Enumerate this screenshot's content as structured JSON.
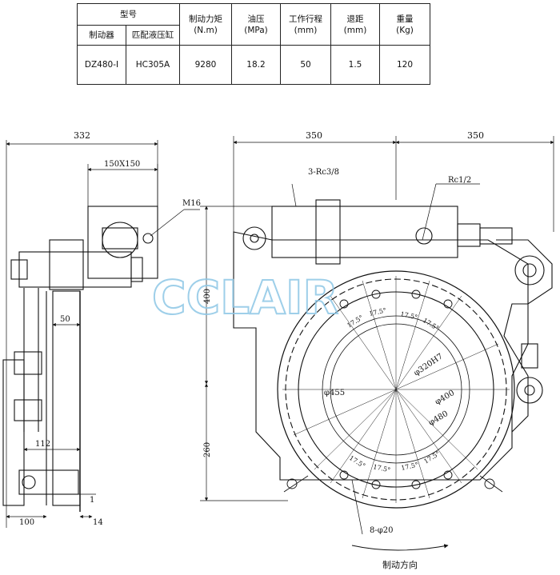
{
  "spec_table": {
    "headers": {
      "model": "型号",
      "brake": "制动器",
      "cylinder": "匹配液压缸",
      "torque": "制动力矩\n(N.m)",
      "oil_pressure": "油压\n(MPa)",
      "stroke": "工作行程\n(mm)",
      "retreat": "退距\n(mm)",
      "weight": "重量\n(Kg)"
    },
    "row": {
      "brake": "DZ480-Ⅰ",
      "cylinder": "HC305A",
      "torque": "9280",
      "oil_pressure": "18.2",
      "stroke": "50",
      "retreat": "1.5",
      "weight": "120"
    }
  },
  "drawing": {
    "watermark": "CCLAIR",
    "dims": {
      "d332": "332",
      "d150": "150X150",
      "m16": "M16",
      "d50": "50",
      "d112": "112",
      "d1": "1",
      "d100": "100",
      "d14": "14",
      "d350a": "350",
      "d350b": "350",
      "rc38": "3-Rc3/8",
      "rc12": "Rc1/2",
      "d400v": "400",
      "d260v": "260",
      "phi320": "φ320H7",
      "phi455": "φ455",
      "phi400": "φ400",
      "phi480": "φ480",
      "holes": "8-φ20",
      "direction": "制动方向",
      "angles": [
        "17.5°",
        "17.5°",
        "17.5°",
        "17.5°",
        "17.5°",
        "17.5°",
        "17.5°",
        "17.5°"
      ]
    }
  }
}
